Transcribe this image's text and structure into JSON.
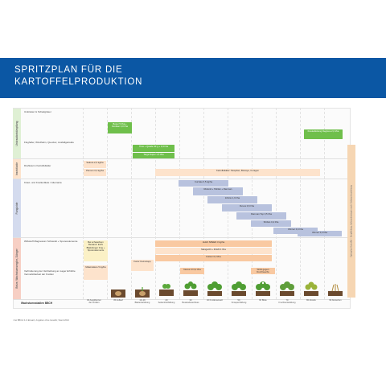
{
  "title": {
    "line1": "SPRITZPLAN FÜR DIE",
    "line2": "KARTOFFELPRODUKTION"
  },
  "sections": {
    "unkraut": "Unkrautbekämpfung",
    "insekt": "Insektizide",
    "fungi": "Fungizide",
    "wachstum": "Beize, Wachstumsregler, Dünger"
  },
  "rows": {
    "r1": "Unkräuter & Schadgräser",
    "r2": "Flughafer, Windhalm, Quecke¹, Ausfallgetreide",
    "r3": "Drahtwurm Kartoffelkäfer",
    "r4": "Kraut- und Knollenfäule / Alternaria",
    "r5": "Wirkstoff Magnesium Schwefel + Spurenelemente",
    "r6": "Verhinderung der Verbleibung an Lager Erhöhte Vermarktbarkeit der Knollen"
  },
  "bars": {
    "b1": "Boxer 5 l/ha + Fenikan 3,0 l/ha",
    "b2": "Titus + Quade 40 g + 0,3 l/ha",
    "b3": "Targa Super 1,5 l/ha",
    "b4": "Krautabtötung Reglone 2,0 l/ha",
    "b5": "Sakura 2,0 kg/ha",
    "b6": "Plenum 0,3 kg/ha",
    "b7": "Kartoffelkäfer: Mospilan, Biscaya, Coragen",
    "b8": "Curzate 0,5 kg/ha",
    "b9": "Ridomil + Shirlan + Ranman",
    "b10": "Infinito 1,6 l/ha",
    "b11": "Revus 0,6 l/ha",
    "b12": "Ranman Top 0,5 l/ha",
    "b13": "Shirlan 0,4 l/ha",
    "b14": "Winner 0,4 l/ha",
    "b15": "Bei schwachem Bestand: ELIS Blattdünger 3 kg + Spurenelemente",
    "b16": "ALES SPEED 3 kg/ha",
    "b17": "Manganfit + Zinkfit 1 l/ha",
    "b18": "Folicur 0,3 l/ha",
    "b19": "Maleinsäure 5 kg/ha",
    "b20": "Fazor Keimstopp",
    "b21": "Nexus Cl 0,2 l/ha",
    "b22": "Wirkt gegen Durchwuchs"
  },
  "stages": {
    "s1": "00 Auspflanzen der Knollen",
    "s2": "05 Auflauf",
    "s3": "10–19 Blattentwicklung",
    "s4": "20 Seitentriebbildung",
    "s5": "30 Bestandesschluss",
    "s6": "40 Knollenansatz",
    "s7": "50 Knospenbildung",
    "s8": "60 Blüte",
    "s9": "70 Fruchtentwicklung",
    "s10": "80 Abreife",
    "s11": "90 Absterben"
  },
  "footer_label": "Wachstumsstadien BBCH",
  "footnote": "¹ bei BBCH 0–9 Einsatz; Angaben ohne Gewähr, Stand 2024",
  "side_text": "Spritzplan Kartoffel – Empfehlung, Aufwandmengen nach Gebrauchsanleitung"
}
